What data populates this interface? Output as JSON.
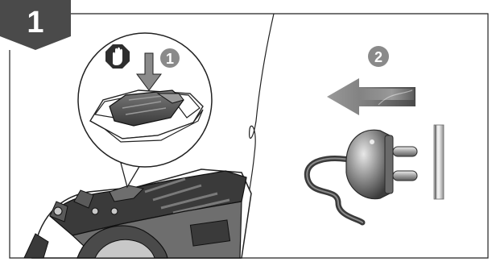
{
  "step": {
    "number": "1"
  },
  "callouts": [
    {
      "number": "1",
      "action": "press-lock-button"
    },
    {
      "number": "2",
      "action": "unplug-power-cord"
    }
  ],
  "icons": {
    "stop": "stop-hand-icon",
    "press": "press-down-arrow-icon",
    "direction": "left-arrow-icon",
    "plug": "power-plug-icon",
    "socket": "wall-socket-icon"
  },
  "colors": {
    "badge": "#4a4a4a",
    "callout": "#8a8a8a",
    "line": "#222222",
    "device_dark": "#3a3a3a",
    "device_mid": "#6e6e6e",
    "device_light": "#c8c8c8"
  }
}
